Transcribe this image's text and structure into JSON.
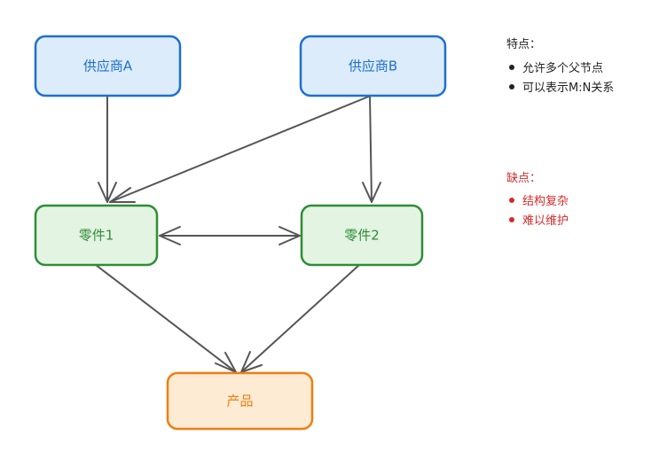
{
  "nodes": {
    "supplier_a": {
      "label": "供应商A",
      "fill": "#dcecfb",
      "stroke": "#1e6fd0",
      "text": "#1e6fd0"
    },
    "supplier_b": {
      "label": "供应商B",
      "fill": "#dcecfb",
      "stroke": "#1e6fd0",
      "text": "#1e6fd0"
    },
    "part_1": {
      "label": "零件1",
      "fill": "#e3f4e3",
      "stroke": "#2f8d36",
      "text": "#2f8d36"
    },
    "part_2": {
      "label": "零件2",
      "fill": "#e3f4e3",
      "stroke": "#2f8d36",
      "text": "#2f8d36"
    },
    "product": {
      "label": "产品",
      "fill": "#fdebd3",
      "stroke": "#ee7e12",
      "text": "#ee7e12"
    }
  },
  "edges": [
    {
      "from": "supplier_a",
      "to": "part_1"
    },
    {
      "from": "supplier_b",
      "to": "part_1"
    },
    {
      "from": "supplier_b",
      "to": "part_2"
    },
    {
      "from": "part_1",
      "to": "part_2",
      "bidirectional": true
    },
    {
      "from": "part_1",
      "to": "product"
    },
    {
      "from": "part_2",
      "to": "product"
    }
  ],
  "features": {
    "title": "特点：",
    "items": [
      "允许多个父节点",
      "可以表示M:N关系"
    ],
    "color": "#222222"
  },
  "drawbacks": {
    "title": "缺点：",
    "items": [
      "结构复杂",
      "难以维护"
    ],
    "color": "#d42a2a"
  },
  "edge_color": "#555555"
}
